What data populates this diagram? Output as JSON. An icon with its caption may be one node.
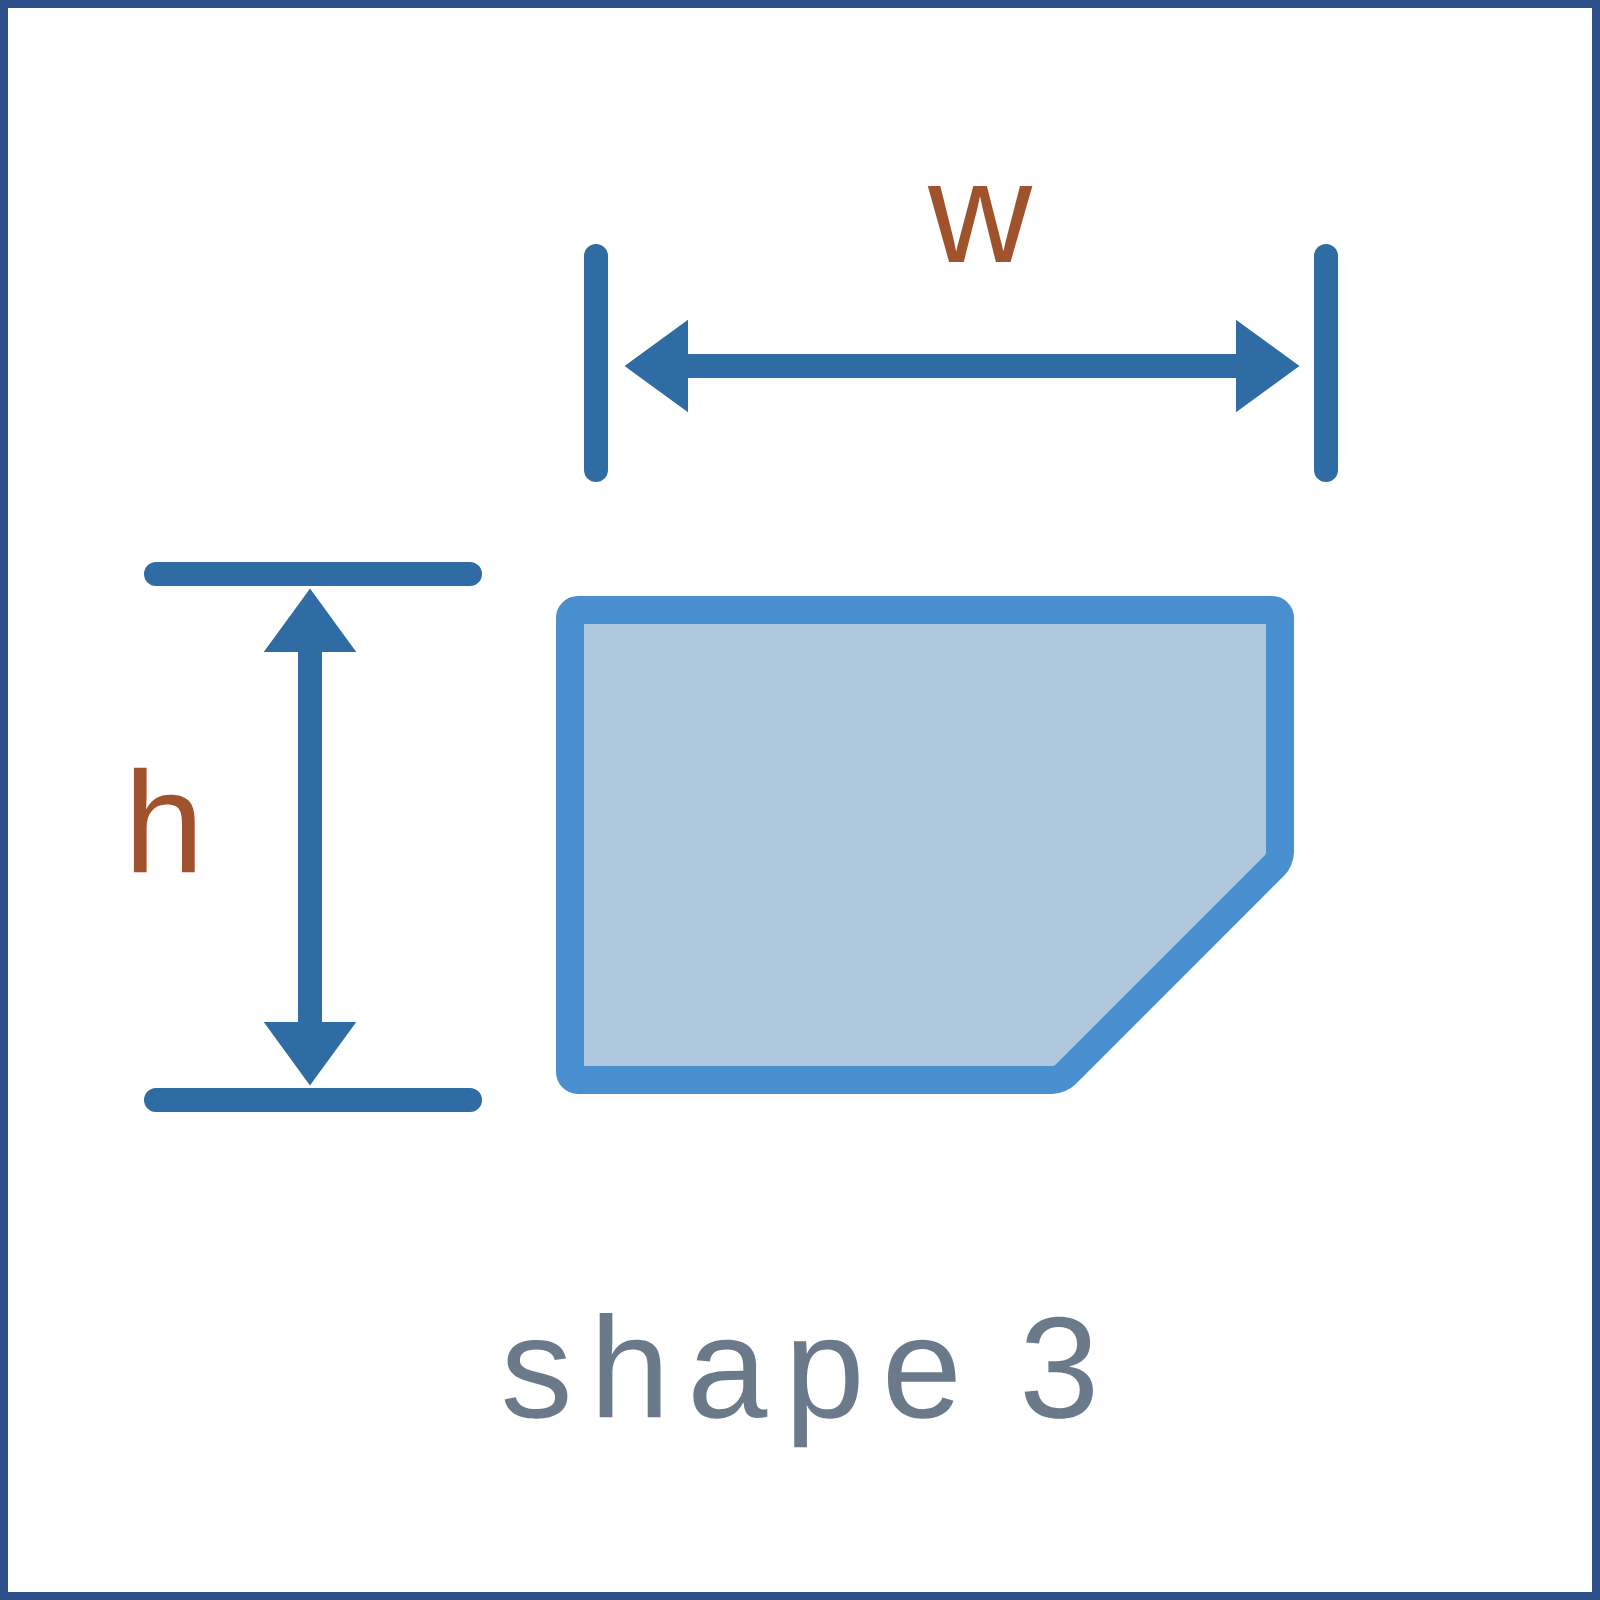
{
  "diagram": {
    "caption": "shape 3",
    "labels": [
      "w",
      "h"
    ]
  }
}
